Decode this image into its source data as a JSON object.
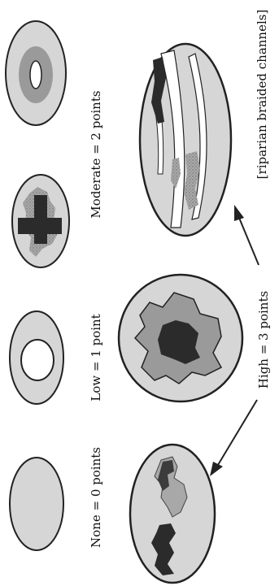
{
  "labels": {
    "none": "None = 0 points",
    "low": "Low = 1 point",
    "moderate": "Moderate = 2 points",
    "high": "High = 3 points",
    "riparian": "[riparian braided channels]"
  },
  "colors": {
    "background": "#ffffff",
    "ellipse_fill": "#d6d6d6",
    "ellipse_stroke": "#222222",
    "medium_gray": "#9a9a9a",
    "dark": "#2b2b2b"
  }
}
